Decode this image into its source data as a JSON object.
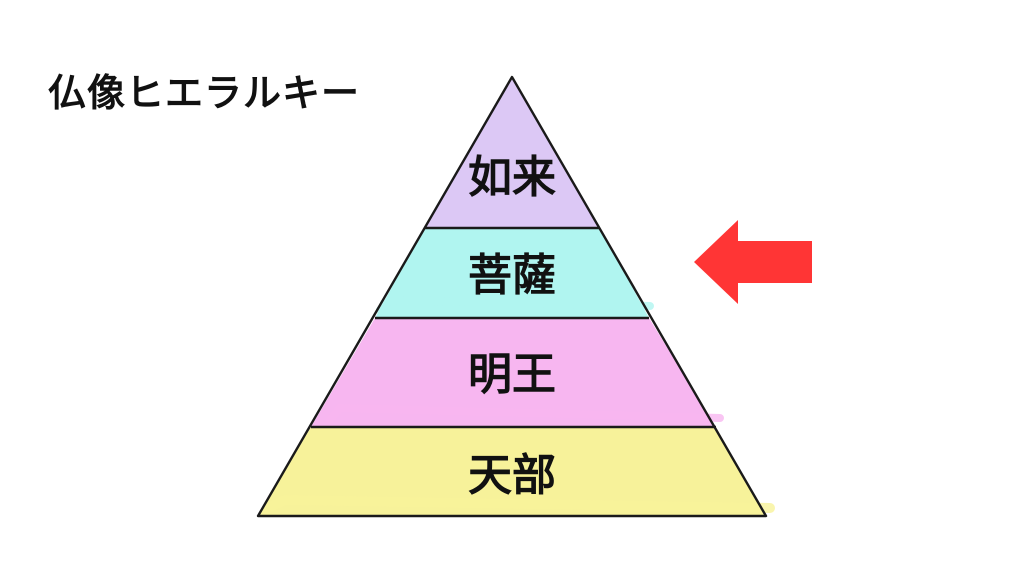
{
  "title": "仏像ヒエラルキー",
  "pyramid": {
    "tiers": [
      {
        "label": "如来",
        "color": "#dcc8f5"
      },
      {
        "label": "菩薩",
        "color": "#b0f5f0"
      },
      {
        "label": "明王",
        "color": "#f7b6f0"
      },
      {
        "label": "天部",
        "color": "#f7f29a"
      }
    ],
    "highlighted_tier": "菩薩"
  },
  "arrow": {
    "color": "#ff3535",
    "icon": "left-arrow-icon"
  }
}
